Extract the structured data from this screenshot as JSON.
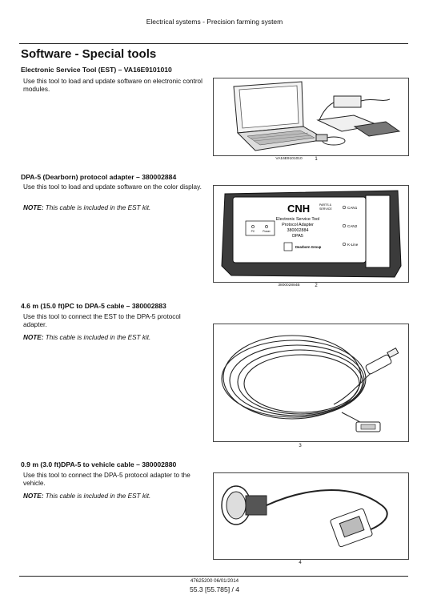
{
  "header": {
    "running_title": "Electrical systems - Precision farming system"
  },
  "page_title": "Software - Special tools",
  "tools": [
    {
      "title": "Electronic Service Tool (EST) – VA16E9101010",
      "description": "Use this tool to load and update software on electronic control modules.",
      "note": "",
      "figure_caption": "VA16E9101010",
      "figure_number": "1"
    },
    {
      "title": "DPA-5 (Dearborn) protocol adapter – 380002884",
      "description": "Use this tool to load and update software on the color display.",
      "note_label": "NOTE:",
      "note": "This cable is included in the EST kit.",
      "figure_caption": "380002884B",
      "figure_number": "2"
    },
    {
      "title": "4.6 m (15.0 ft)PC to DPA-5 cable – 380002883",
      "description": "Use this tool to connect the EST to the DPA-5 protocol adapter.",
      "note_label": "NOTE:",
      "note": "This cable is included in the EST kit.",
      "figure_caption": "",
      "figure_number": "3"
    },
    {
      "title": "0.9 m (3.0 ft)DPA-5 to vehicle cable – 380002880",
      "description": "Use this tool to connect the DPA-5 protocol adapter to the vehicle.",
      "note_label": "NOTE:",
      "note": "This cable is included in the EST kit.",
      "figure_caption": "",
      "figure_number": "4"
    }
  ],
  "adapter_labels": {
    "brand": "CNH",
    "brand_sub1": "PARTS &",
    "brand_sub2": "SERVICE",
    "line1": "Electronic Service Tool",
    "line2": "Protocol Adapter",
    "line3": "380002884",
    "line4": "DPA5",
    "maker": "Dearborn Group",
    "led_pc": "PC",
    "led_power": "Power",
    "can1": "CAN1",
    "can2": "CAN2",
    "kline": "K-Line"
  },
  "footer": {
    "doc_date": "47625200 06/01/2014",
    "page_ref": "55.3 [55.785] / 4"
  }
}
